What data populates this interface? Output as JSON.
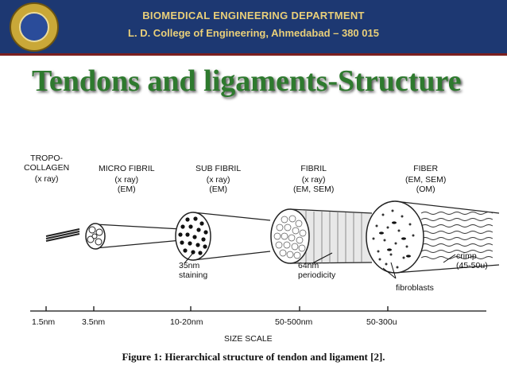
{
  "header": {
    "line1": "BIOMEDICAL ENGINEERING DEPARTMENT",
    "line2": "L. D. College of Engineering, Ahmedabad – 380 015",
    "colors": {
      "bar": "#1d3872",
      "text": "#e9cf79",
      "border": "#7b1f1f"
    }
  },
  "title": "Tendons and ligaments-Structure",
  "diagram": {
    "levels": [
      {
        "name_line1": "TROPO-",
        "name_line2": "COLLAGEN",
        "method": "(x ray)",
        "method2": ""
      },
      {
        "name_line1": "MICRO FIBRIL",
        "name_line2": "",
        "method": "(x ray)",
        "method2": "(EM)"
      },
      {
        "name_line1": "SUB FIBRIL",
        "name_line2": "",
        "method": "(x ray)",
        "method2": "(EM)"
      },
      {
        "name_line1": "FIBRIL",
        "name_line2": "",
        "method": "(x ray)",
        "method2": "(EM, SEM)"
      },
      {
        "name_line1": "FIBER",
        "name_line2": "",
        "method": "(EM, SEM)",
        "method2": "(OM)"
      }
    ],
    "annotations": {
      "staining_1": "35nm",
      "staining_2": "staining",
      "periodicity_1": "64nm",
      "periodicity_2": "periodicity",
      "crimp_1": "crimp",
      "crimp_2": "(45-50u)",
      "fibroblasts": "fibroblasts"
    },
    "scale": {
      "ticks": [
        "1.5nm",
        "3.5nm",
        "10-20nm",
        "50-500nm",
        "50-300u"
      ],
      "label": "SIZE SCALE"
    }
  },
  "caption": "Figure 1:  Hierarchical structure of tendon and ligament [2]."
}
